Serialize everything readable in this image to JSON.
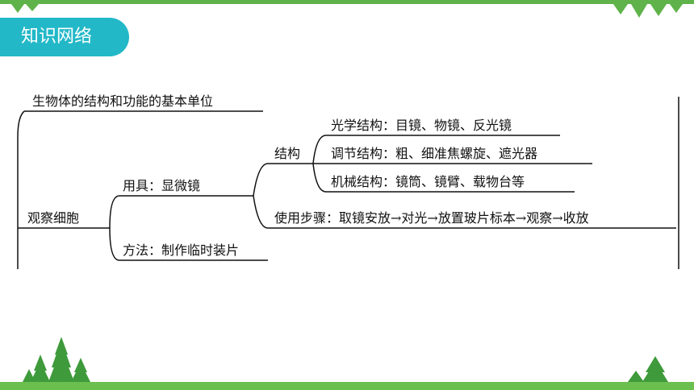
{
  "header": {
    "title": "知识网络"
  },
  "colors": {
    "accent_green": "#5fb34a",
    "pill_teal": "#22b8c8",
    "tree_green": "#3e9a3a"
  },
  "map": {
    "unit": "生物体的结构和功能的基本单位",
    "observe": "观察细胞",
    "tool": "用具：显微镜",
    "method": "方法：制作临时装片",
    "structure": "结构",
    "optical": "光学结构：目镜、物镜、反光镜",
    "adjust": "调节结构：粗、细准焦螺旋、遮光器",
    "mechanical": "机械结构：镜筒、镜臂、载物台等",
    "steps": "使用步骤：取镜安放→对光→放置玻片标本→观察→收放"
  },
  "decor": {
    "icons": [
      "triangle-bunting-icon",
      "tree-icon"
    ]
  }
}
